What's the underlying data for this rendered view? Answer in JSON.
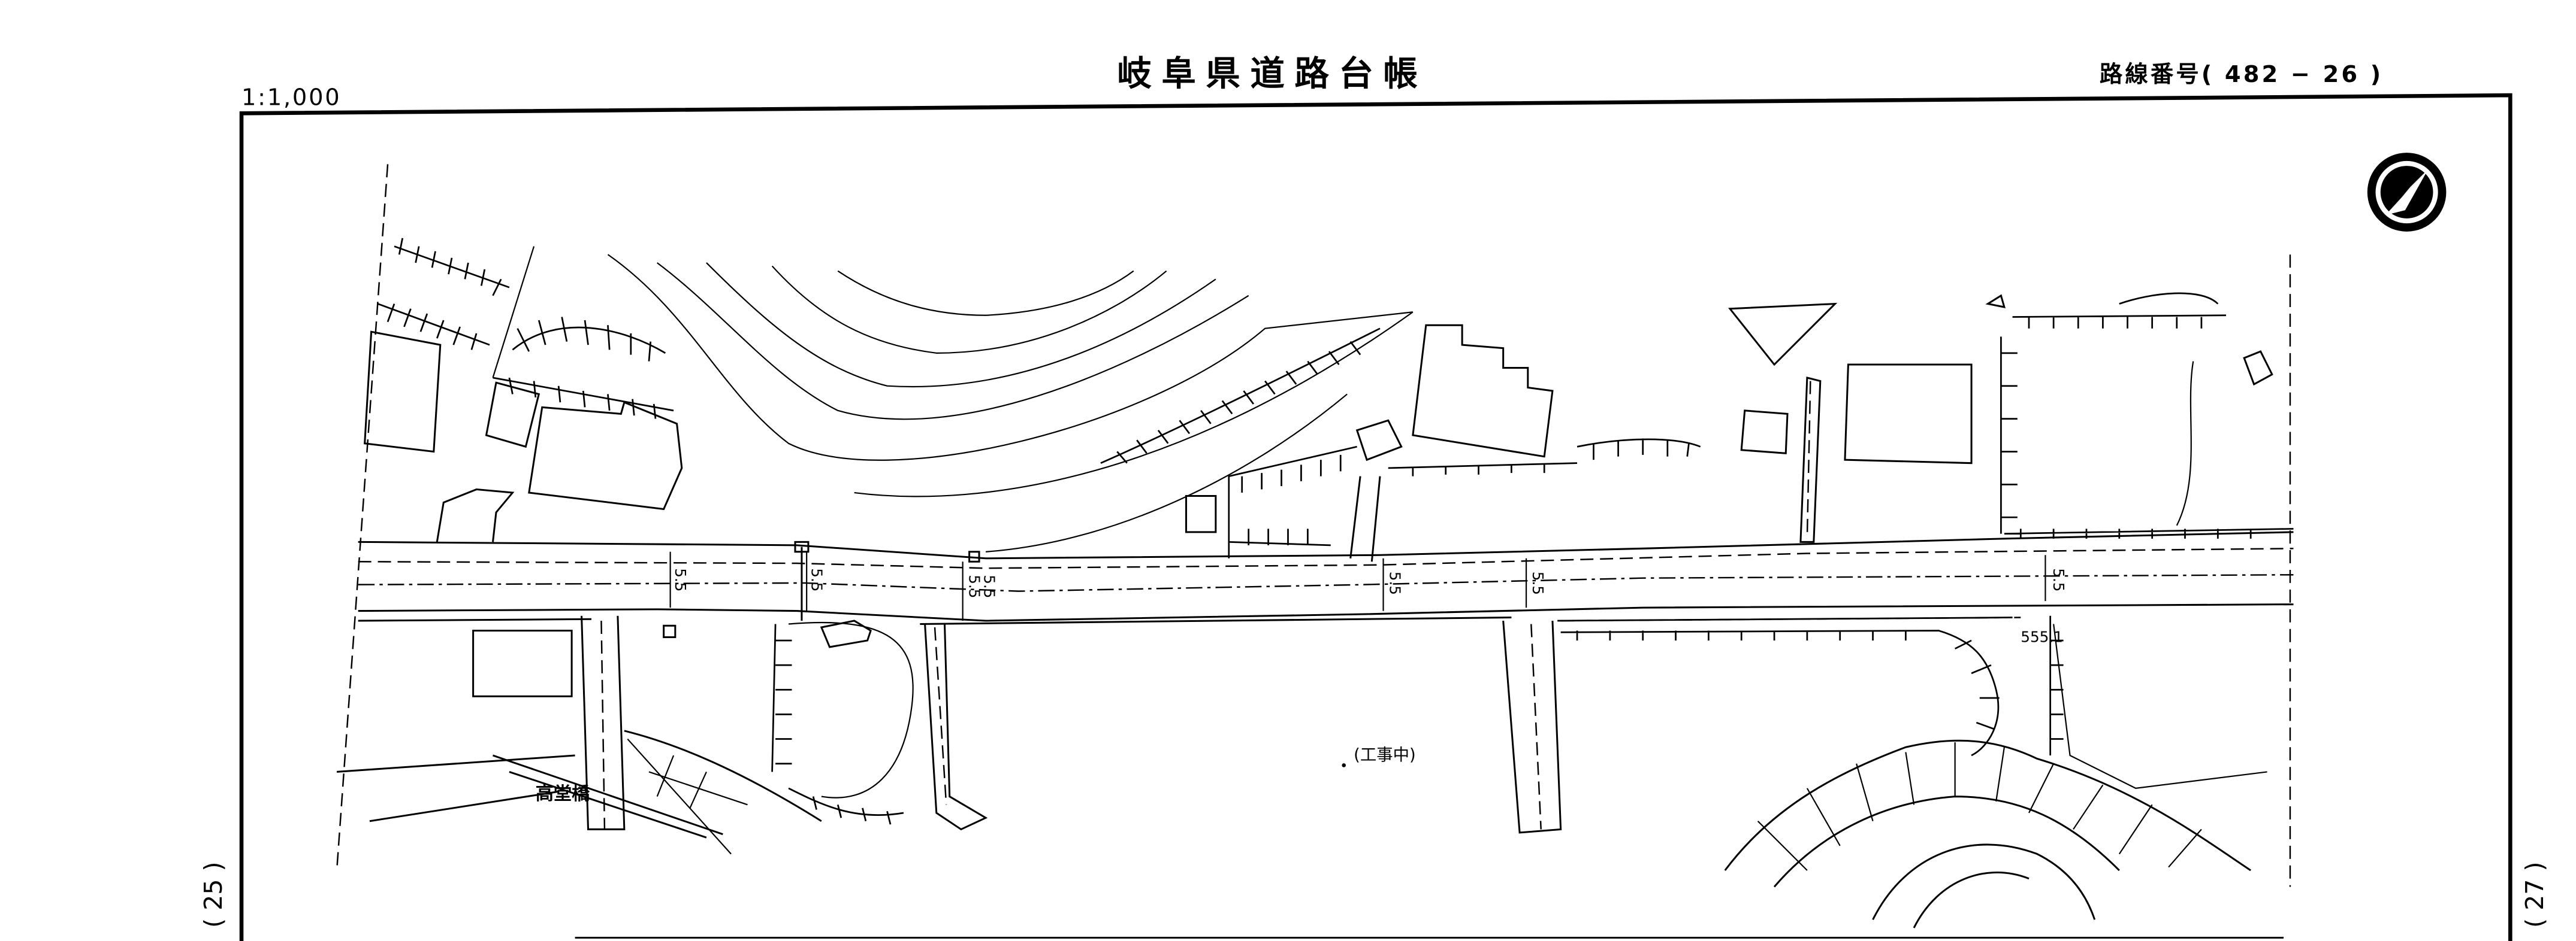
{
  "header": {
    "title": "岐阜県道路台帳",
    "route_label": "路線番号( 482 − 26 )",
    "scale": "1:1,000"
  },
  "adjacent_sheets": {
    "left": "( 25 )",
    "right": "( 27 )"
  },
  "map": {
    "bridge_name": "高堂橋",
    "construction_note": "(工事中)",
    "elevation": "555.1",
    "road_widths": [
      "5.5",
      "5.5",
      "5.5",
      "5.5",
      "5.5",
      "5.5",
      "5.5"
    ],
    "north_arrow_icon": "north-arrow-icon"
  }
}
